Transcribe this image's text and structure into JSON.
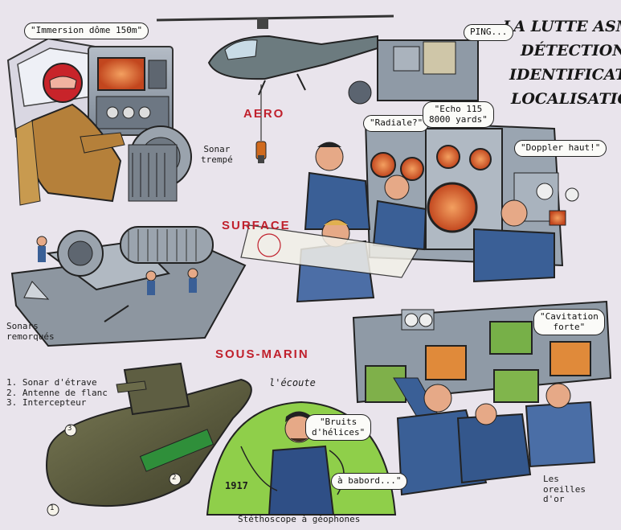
{
  "title": {
    "line1": "LA LUTTE ASM",
    "line2": "DÉTECTION",
    "line3": "IDENTIFICATION",
    "line4": "LOCALISATION"
  },
  "sections": {
    "aero": "AERO",
    "surface": "SURFACE",
    "sous_marin": "SOUS-MARIN"
  },
  "bubbles": {
    "immersion": "\"Immersion dôme 150m\"",
    "ping": "PING...",
    "radiale": "\"Radiale?\"",
    "echo_line1": "\"Echo 115",
    "echo_line2": "8000 yards\"",
    "doppler": "\"Doppler haut!\"",
    "cavitation_line1": "\"Cavitation",
    "cavitation_line2": "forte\"",
    "bruits_line1": "\"Bruits",
    "bruits_line2": "d'hélices\"",
    "babord": "à babord...\""
  },
  "captions": {
    "sonar_line1": "Sonar",
    "sonar_line2": "trempé",
    "remorques_line1": "Sonars",
    "remorques_line2": "remorqués",
    "legend_1": "1. Sonar d'étrave",
    "legend_2": "2. Antenne de flanc",
    "legend_3": "3. Intercepteur",
    "ecoute": "l'écoute",
    "year": "1917",
    "oreilles_line1": "Les",
    "oreilles_line2": "oreilles",
    "oreilles_line3": "d'or",
    "stethoscope": "Stéthoscope à géophones",
    "marker_1": "1",
    "marker_2": "2",
    "marker_3": "3"
  },
  "colors": {
    "background": "#e9e4ec",
    "section_red": "#c0202c",
    "console_grey": "#8f9aa6",
    "screen_orange": "#e2642a",
    "uniform_blue": "#3a5f96",
    "submarine_olive": "#5a5a3c",
    "inset_green": "#8fcf4a",
    "flight_suit": "#b5803a",
    "helmet_red": "#c8242a"
  }
}
